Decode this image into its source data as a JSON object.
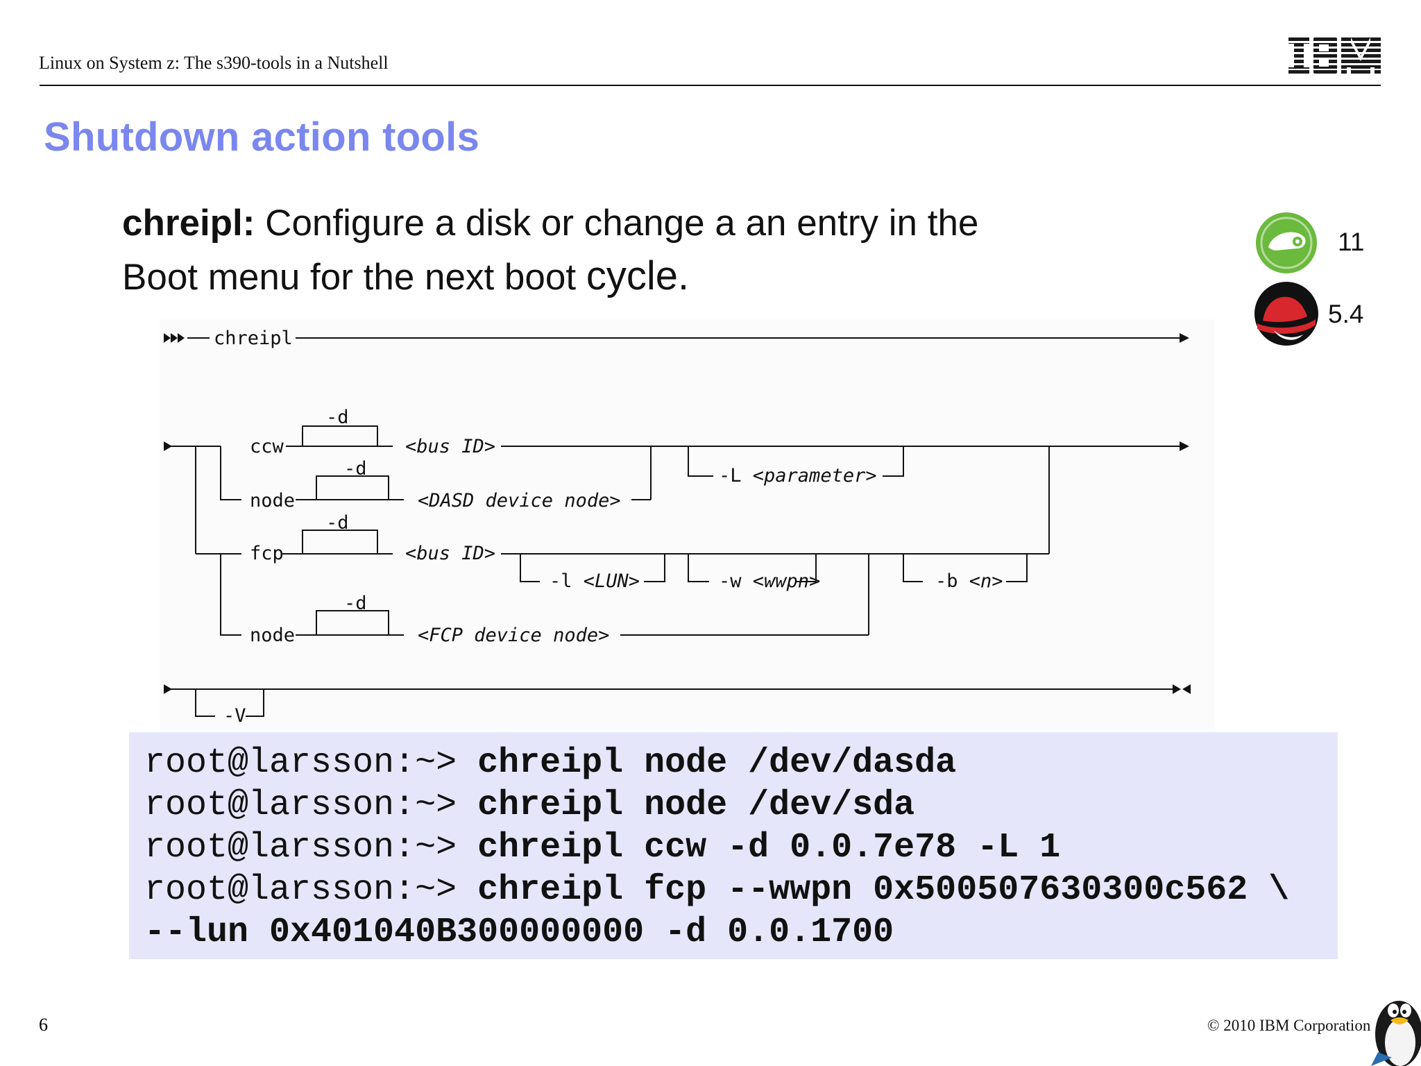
{
  "header": {
    "title": "Linux on System z: The s390-tools in a Nutshell",
    "logo_text": "IBM"
  },
  "slide": {
    "title": "Shutdown action tools",
    "intro": {
      "command": "chreipl:",
      "line1_rest": " Configure a disk or change a an entry in the",
      "line2_a": "Boot menu for the next boot ",
      "line2_b": "cycle."
    }
  },
  "distributions": [
    {
      "icon": "opensuse-icon",
      "version": "11",
      "color": "#6bb93d"
    },
    {
      "icon": "redhat-icon",
      "version": "5.4",
      "color": "#d9272e"
    }
  ],
  "syntax_diagram": {
    "command": "chreipl",
    "ccw": "ccw",
    "node": "node",
    "fcp": "fcp",
    "d_option": "-d",
    "bus_id": "<bus ID>",
    "dasd_node": "<DASD device node>",
    "fcp_node": "<FCP device node>",
    "L_prefix": "-L ",
    "L_param": "<parameter>",
    "l_prefix": "-l ",
    "l_param": "<LUN>",
    "w_prefix": "-w ",
    "w_param": "<wwpn>",
    "b_prefix": "-b ",
    "b_param": "<n>",
    "v_option": "-V"
  },
  "code": {
    "prompt": "root@larsson:~> ",
    "commands": [
      "chreipl node /dev/dasda",
      "chreipl node /dev/sda",
      "chreipl ccw -d 0.0.7e78 -L 1",
      "chreipl fcp --wwpn 0x500507630300c562 \\"
    ],
    "continuation": "--lun 0x401040B300000000 -d 0.0.1700"
  },
  "footer": {
    "page_number": "6",
    "copyright": "© 2010 IBM Corporation"
  },
  "colors": {
    "title": "#7b87ee",
    "code_background": "#e6e6fb"
  }
}
